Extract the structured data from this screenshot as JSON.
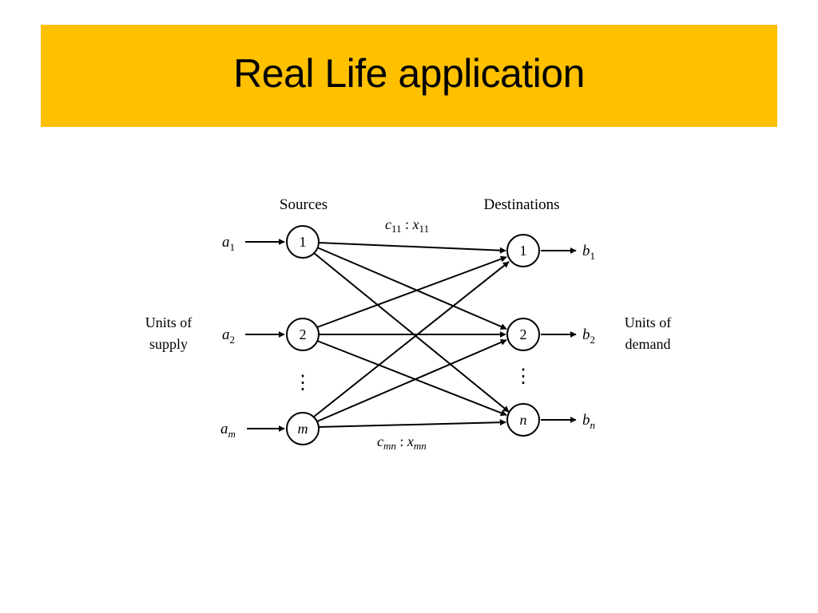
{
  "slide": {
    "title": "Real Life application"
  },
  "colors": {
    "title_background": "#ffc000"
  },
  "diagram": {
    "headers": {
      "sources": "Sources",
      "destinations": "Destinations"
    },
    "side_labels": {
      "supply": [
        "Units of",
        "supply"
      ],
      "demand": [
        "Units of",
        "demand"
      ]
    },
    "sources": [
      {
        "label": "1",
        "italic": false,
        "supply_var": "a",
        "supply_sub": "1"
      },
      {
        "label": "2",
        "italic": false,
        "supply_var": "a",
        "supply_sub": "2"
      },
      {
        "label": "m",
        "italic": true,
        "supply_var": "a",
        "supply_sub": "m"
      }
    ],
    "destinations": [
      {
        "label": "1",
        "italic": false,
        "demand_var": "b",
        "demand_sub": "1"
      },
      {
        "label": "2",
        "italic": false,
        "demand_var": "b",
        "demand_sub": "2"
      },
      {
        "label": "n",
        "italic": true,
        "demand_var": "b",
        "demand_sub": "n"
      }
    ],
    "edge_labels": {
      "top": {
        "cost": "c",
        "cost_sub": "11",
        "flow": "x",
        "flow_sub": "11"
      },
      "bottom": {
        "cost": "c",
        "cost_sub": "mn",
        "flow": "x",
        "flow_sub": "mn"
      }
    },
    "ellipsis": "⋮"
  }
}
